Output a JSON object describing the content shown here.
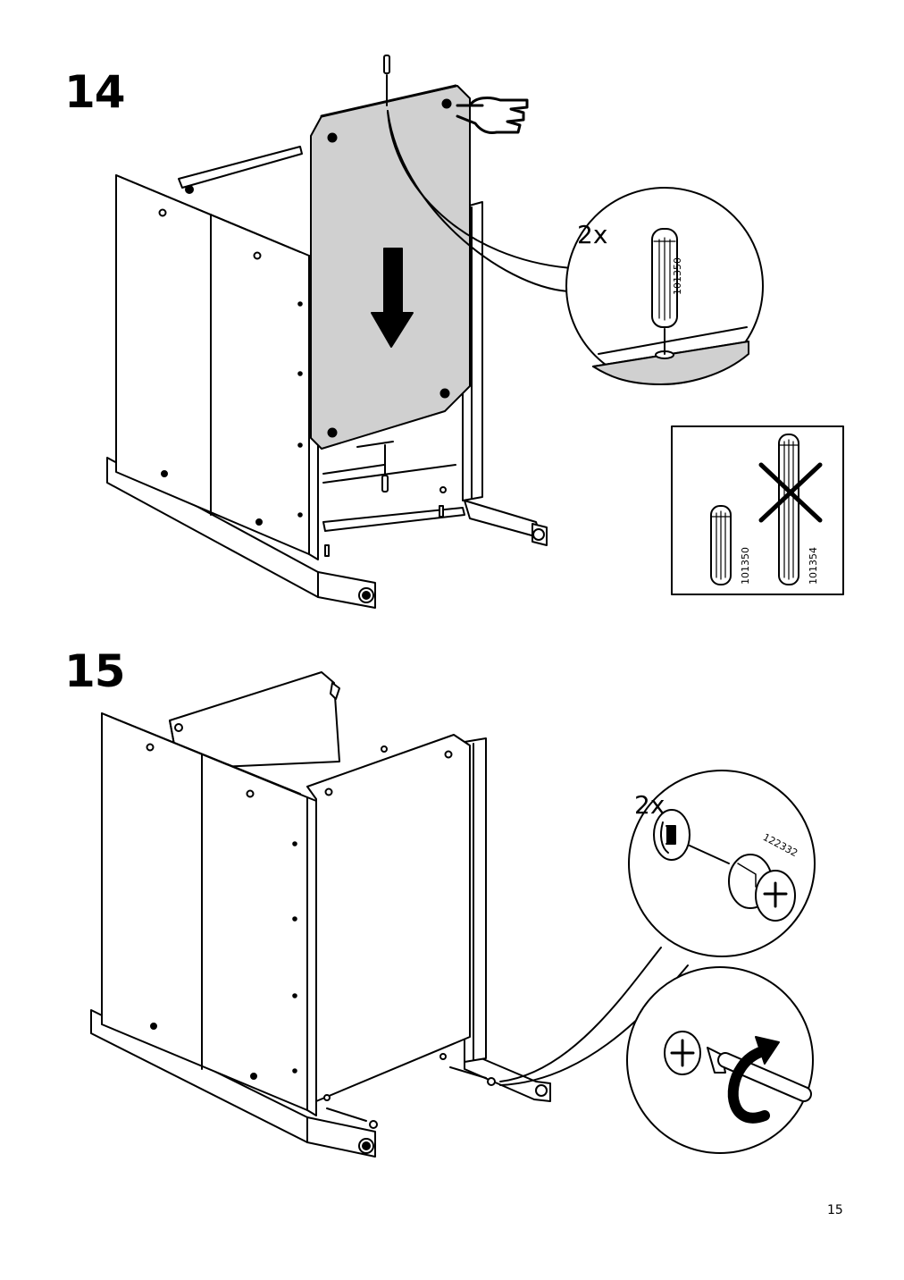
{
  "steps": [
    {
      "number": "14",
      "detail_quantity": "2x",
      "dowel_part": "101350",
      "compare": {
        "correct_part": "101350",
        "wrong_part": "101354"
      }
    },
    {
      "number": "15",
      "detail_quantity": "2x",
      "cam_lock_part": "122332"
    }
  ],
  "page_number": "15"
}
